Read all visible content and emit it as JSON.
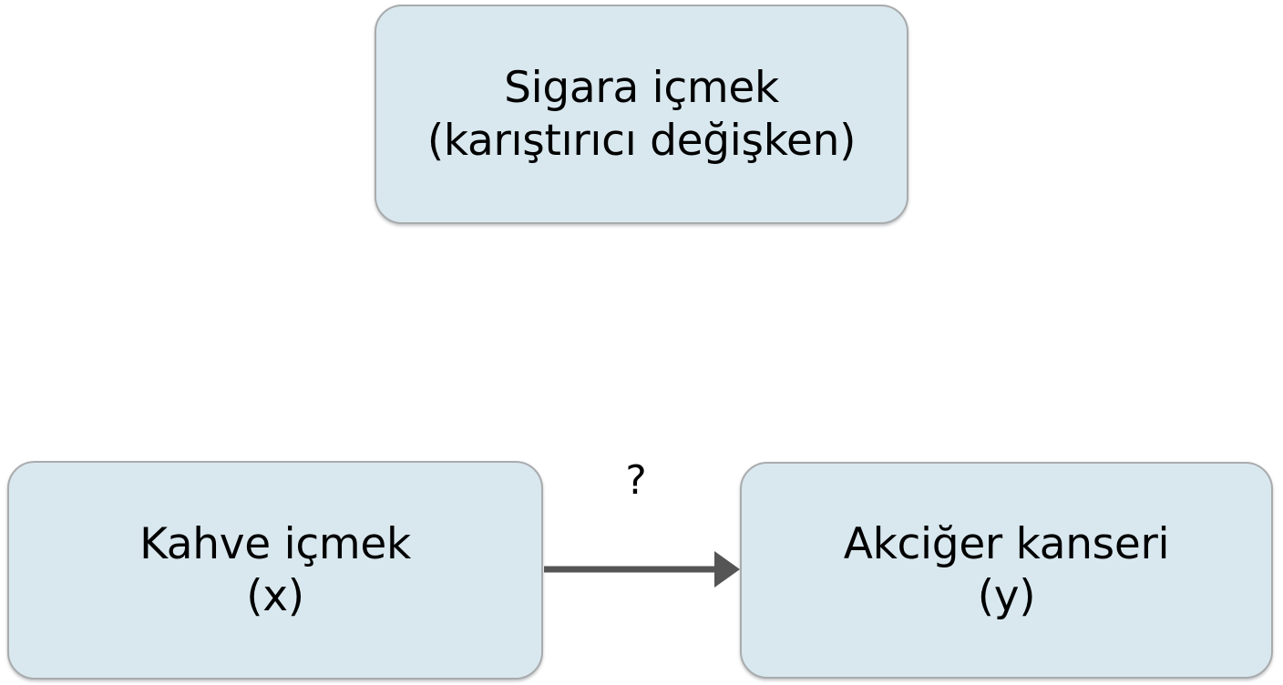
{
  "diagram": {
    "type": "confounding-causal-diagram",
    "background_color": "#ffffff",
    "node_fill_color": "#d9e8ef",
    "node_border_color": "#a9abad",
    "edge_color": "#555555",
    "text_color": "#000000",
    "nodes": [
      {
        "id": "confounder",
        "role": "confounding-variable",
        "line1": "Sigara içmek",
        "line2": "(karıştırıcı değişken)"
      },
      {
        "id": "exposure",
        "role": "independent-variable",
        "line1": "Kahve içmek",
        "line2": "(x)"
      },
      {
        "id": "outcome",
        "role": "dependent-variable",
        "line1": "Akciğer kanseri",
        "line2": "(y)"
      }
    ],
    "edges": [
      {
        "id": "exposure-to-outcome",
        "from": "exposure",
        "to": "outcome",
        "label": "?",
        "style": "solid-arrow",
        "color": "#555555"
      }
    ]
  }
}
